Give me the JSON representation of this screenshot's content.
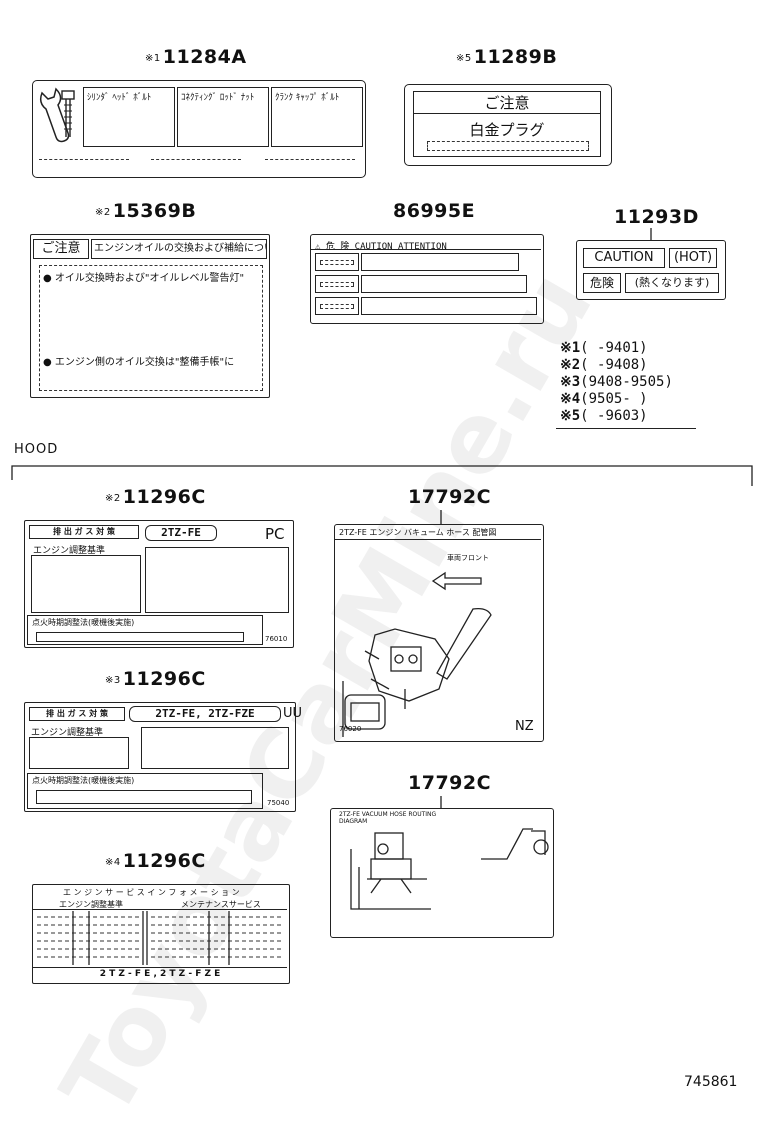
{
  "watermark": "ToyotaCarMine.ru",
  "section_label": "HOOD",
  "figure_id": "745861",
  "legend": [
    {
      "mark": "※1",
      "range": "(        -9401)"
    },
    {
      "mark": "※2",
      "range": "(        -9408)"
    },
    {
      "mark": "※3",
      "range": "(9408-9505)"
    },
    {
      "mark": "※4",
      "range": "(9505-        )"
    },
    {
      "mark": "※5",
      "range": "(        -9603)"
    }
  ],
  "parts": {
    "p11284A": {
      "note": "※1",
      "number": "11284A",
      "cols": [
        "ｼﾘﾝﾀﾞ ﾍｯﾄﾞ ﾎﾞﾙﾄ",
        "ｺﾈｸﾃｨﾝｸﾞ ﾛｯﾄﾞ ﾅｯﾄ",
        "ｸﾗﾝｸ ｷｬｯﾌﾟ ﾎﾞﾙﾄ"
      ]
    },
    "p11289B": {
      "note": "※5",
      "number": "11289B",
      "line1": "ご注意",
      "line2": "白金プラグ"
    },
    "p15369B": {
      "note": "※2",
      "number": "15369B",
      "title_left": "ご注意",
      "title_right": "エンジンオイルの交換および補給について",
      "bullet1": "● オイル交換時および\"オイルレベル警告灯\"",
      "bullet2": "● エンジン側のオイル交換は\"整備手帳\"に"
    },
    "p86995E": {
      "number": "86995E",
      "header": "⚠ 危 険     CAUTION  ATTENTION"
    },
    "p11293D": {
      "number": "11293D",
      "caution": "CAUTION",
      "hot": "(HOT)",
      "danger": "危険",
      "hot_jp": "(熱くなります)"
    },
    "p11296C_2": {
      "note": "※2",
      "number": "11296C",
      "tag": "排 出 ガ ス 対 策",
      "engine": "2TZ-FE",
      "region": "PC",
      "sub1": "エンジン調整基準",
      "sub2": "点火時期調整法(暖機後実施)",
      "code": "76010"
    },
    "p11296C_3": {
      "note": "※3",
      "number": "11296C",
      "tag": "排 出 ガ ス 対 策",
      "engine": "2TZ-FE, 2TZ-FZE",
      "region": "UU",
      "sub1": "エンジン調整基準",
      "sub2": "点火時期調整法(暖機後実施)",
      "code": "75040"
    },
    "p11296C_4": {
      "note": "※4",
      "number": "11296C",
      "header": "エ ン ジ ン  サ ー ビ ス  イ ン フ ォ メ ー シ ョ ン",
      "col1": "エンジン調整基準",
      "col2": "メンテナンスサービス",
      "footer": "2 T Z - F E ,  2 T Z - F Z E"
    },
    "p17792C_a": {
      "number": "17792C",
      "header": "2TZ-FE  エンジン バキューム ホース 配管図",
      "arrow_label": "車両フロント",
      "code": "76020",
      "region": "NZ"
    },
    "p17792C_b": {
      "number": "17792C",
      "header": "2TZ-FE  VACUUM HOSE ROUTING DIAGRAM"
    }
  }
}
